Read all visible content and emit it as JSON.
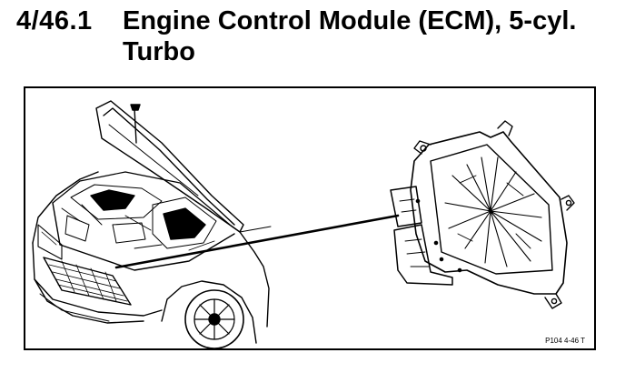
{
  "header": {
    "section_number": "4/46.1",
    "title": "Engine Control Module (ECM), 5-cyl. Turbo"
  },
  "figure": {
    "reference": "P104 4-46 T"
  }
}
